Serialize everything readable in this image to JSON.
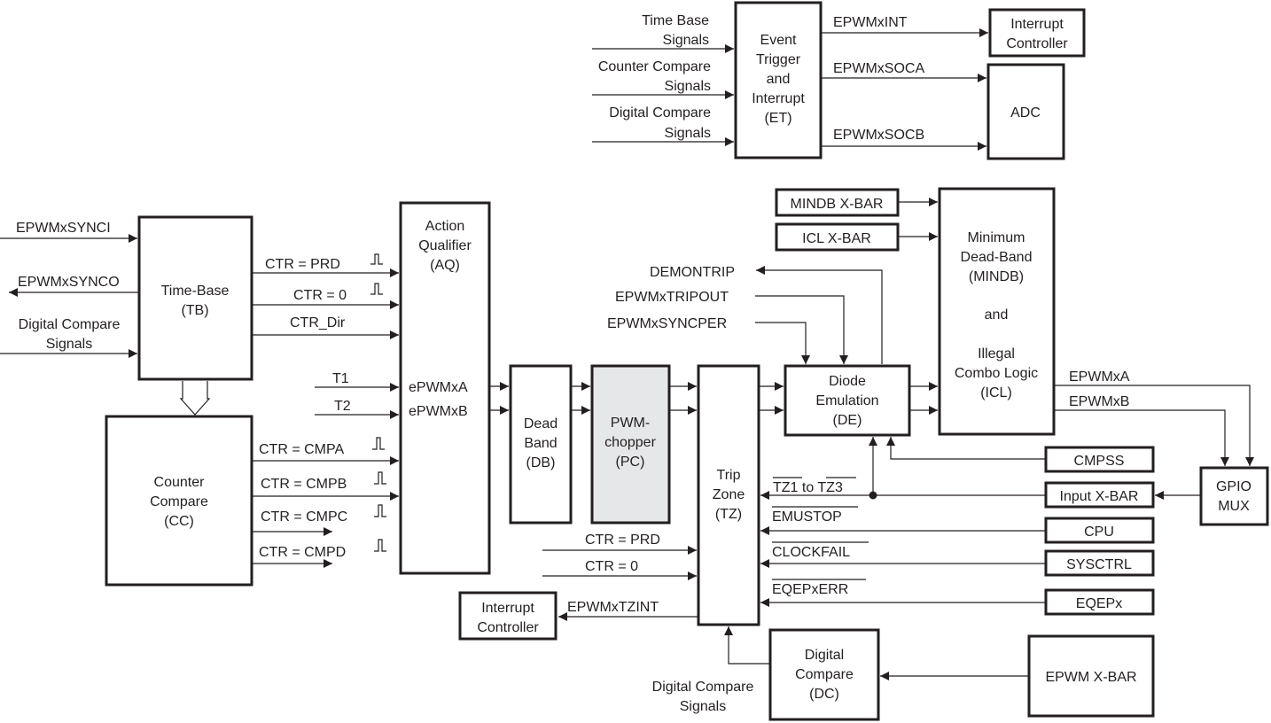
{
  "blocks": {
    "et": [
      "Event",
      "Trigger",
      "and",
      "Interrupt",
      "(ET)"
    ],
    "int_ctrl_top": [
      "Interrupt",
      "Controller"
    ],
    "adc": "ADC",
    "tb": [
      "Time-Base",
      "(TB)"
    ],
    "cc": [
      "Counter",
      "Compare",
      "(CC)"
    ],
    "aq": [
      "Action",
      "Qualifier",
      "(AQ)"
    ],
    "db": [
      "Dead",
      "Band",
      "(DB)"
    ],
    "pc": [
      "PWM-",
      "chopper",
      "(PC)"
    ],
    "tz": [
      "Trip",
      "Zone",
      "(TZ)"
    ],
    "de": [
      "Diode",
      "Emulation",
      "(DE)"
    ],
    "mindb": [
      "Minimum",
      "Dead-Band",
      "(MINDB)",
      "",
      "and",
      "",
      "Illegal",
      "Combo Logic",
      "(ICL)"
    ],
    "mindb_xbar": "MINDB X-BAR",
    "icl_xbar": "ICL X-BAR",
    "cmpss": "CMPSS",
    "input_xbar": "Input X-BAR",
    "cpu": "CPU",
    "sysctrl": "SYSCTRL",
    "eqepx": "EQEPx",
    "gpio_mux": [
      "GPIO",
      "MUX"
    ],
    "dc": [
      "Digital",
      "Compare",
      "(DC)"
    ],
    "epwm_xbar": "EPWM X-BAR",
    "int_ctrl_bottom": [
      "Interrupt",
      "Controller"
    ]
  },
  "signals": {
    "time_base": [
      "Time Base",
      "Signals"
    ],
    "counter_compare": [
      "Counter Compare",
      "Signals"
    ],
    "digital_compare_top": [
      "Digital Compare",
      "Signals"
    ],
    "epwmx_int": "EPWMxINT",
    "epwmx_soca": "EPWMxSOCA",
    "epwmx_socb": "EPWMxSOCB",
    "epwmx_synci": "EPWMxSYNCI",
    "epwmx_synco": "EPWMxSYNCO",
    "digital_compare_left": [
      "Digital Compare",
      "Signals"
    ],
    "ctr_prd": "CTR = PRD",
    "ctr_zero": "CTR = 0",
    "ctr_dir": "CTR_Dir",
    "t1": "T1",
    "t2": "T2",
    "epwmxa_aq": "ePWMxA",
    "epwmxb_aq": "ePWMxB",
    "ctr_cmpa": "CTR = CMPA",
    "ctr_cmpb": "CTR = CMPB",
    "ctr_cmpc": "CTR = CMPC",
    "ctr_cmpd": "CTR = CMPD",
    "demontrip": "DEMONTRIP",
    "epwmx_tripout": "EPWMxTRIPOUT",
    "epwmx_syncper": "EPWMxSYNCPER",
    "epwmxa_out": "EPWMxA",
    "epwmxb_out": "EPWMxB",
    "tz1": "TZ1",
    "tz_to": " to ",
    "tz3": "TZ3",
    "emustop": "EMUSTOP",
    "clockfail": "CLOCKFAIL",
    "eqepxerr": "EQEPxERR",
    "ctr_prd_tz": "CTR = PRD",
    "ctr_zero_tz": "CTR = 0",
    "epwmx_tzint": "EPWMxTZINT",
    "digital_compare_bottom": [
      "Digital Compare",
      "Signals"
    ]
  },
  "colors": {
    "line": "#231f20",
    "highlight_fill": "#e6e7e8"
  }
}
